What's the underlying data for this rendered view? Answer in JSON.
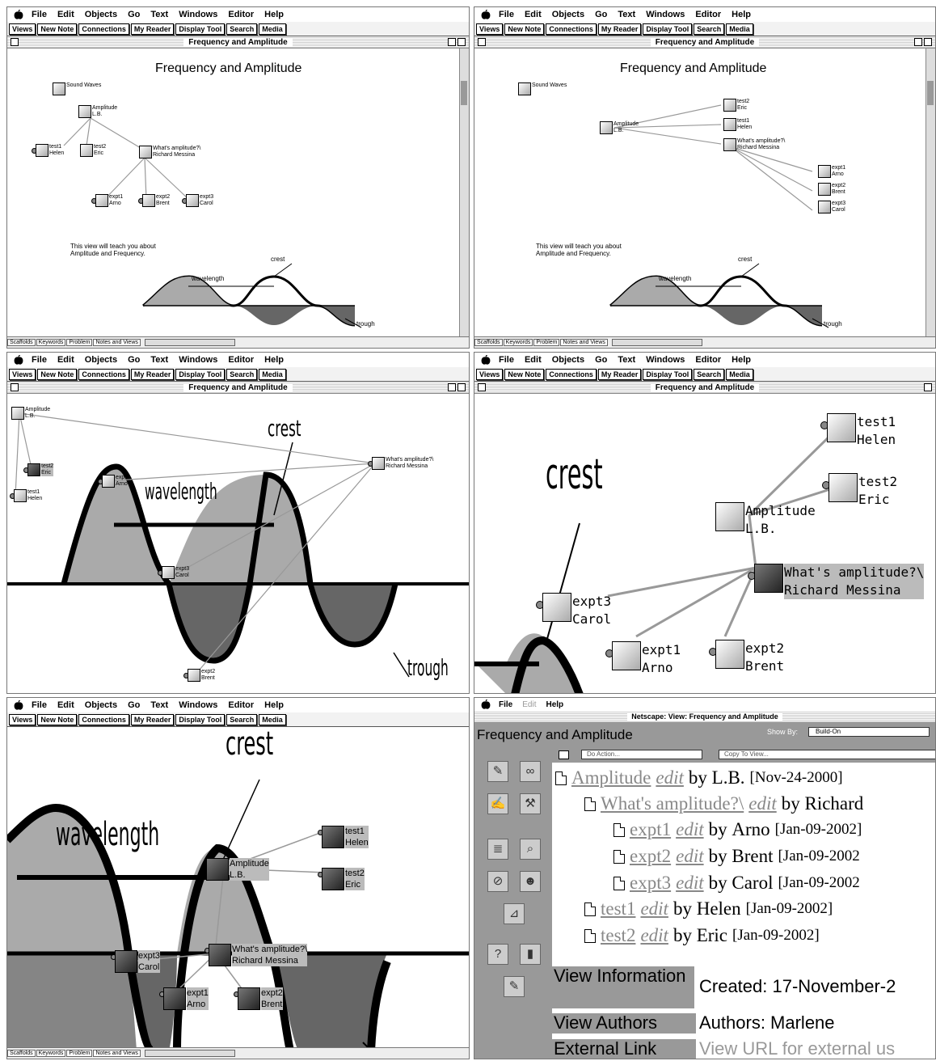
{
  "menu": {
    "items": [
      "File",
      "Edit",
      "Objects",
      "Go",
      "Text",
      "Windows",
      "Editor",
      "Help"
    ]
  },
  "toolbar": {
    "buttons": [
      "Views",
      "New Note",
      "Connections",
      "My Reader",
      "Display Tool",
      "Search",
      "Media"
    ]
  },
  "window_title": "Frequency and Amplitude",
  "view_heading": "Frequency and Amplitude",
  "sound_waves": "Sound Waves",
  "intro_text": "This view will teach you about\nAmplitude and Frequency.",
  "wave_labels": {
    "crest": "crest",
    "wavelength": "wavelength",
    "trough": "trough"
  },
  "notes": {
    "amplitude": {
      "title": "Amplitude",
      "author": "L.B."
    },
    "question": {
      "title": "What's amplitude?\\",
      "author": "Richard Messina"
    },
    "test1": {
      "title": "test1",
      "author": "Helen"
    },
    "test2": {
      "title": "test2",
      "author": "Eric"
    },
    "expt1": {
      "title": "expt1",
      "author": "Arno"
    },
    "expt2": {
      "title": "expt2",
      "author": "Brent"
    },
    "expt3": {
      "title": "expt3",
      "author": "Carol"
    }
  },
  "status": {
    "scaffolds": "Scaffolds",
    "keywords": "Keywords",
    "problem": "Problem",
    "notes_views": "Notes and Views"
  },
  "netscape": {
    "menu": [
      "File",
      "Edit",
      "Help"
    ],
    "window_title": "Netscape: View: Frequency and Amplitude",
    "heading": "Frequency and Amplitude",
    "show_by_label": "Show By:",
    "show_by_value": "Build-On",
    "do_action": "Do Action...",
    "copy_to_view": "Copy To View...",
    "edit_label": "edit",
    "by_label": "by",
    "rows": [
      {
        "title": "Amplitude",
        "author": "L.B.",
        "date": "[Nov-24-2000]"
      },
      {
        "title": "What's amplitude?\\",
        "author": "Richard",
        "date": ""
      },
      {
        "title": "expt1",
        "author": "Arno",
        "date": "[Jan-09-2002]"
      },
      {
        "title": "expt2",
        "author": "Brent",
        "date": "[Jan-09-2002"
      },
      {
        "title": "expt3",
        "author": "Carol",
        "date": "[Jan-09-2002"
      },
      {
        "title": "test1",
        "author": "Helen",
        "date": "[Jan-09-2002]"
      },
      {
        "title": "test2",
        "author": "Eric",
        "date": "[Jan-09-2002]"
      }
    ],
    "info": {
      "view_information": "View Information",
      "created": "Created: 17-November-2",
      "view_authors": "View Authors",
      "authors": "Authors: Marlene",
      "external_link": "External Link",
      "external_value": "View URL for external us"
    }
  }
}
